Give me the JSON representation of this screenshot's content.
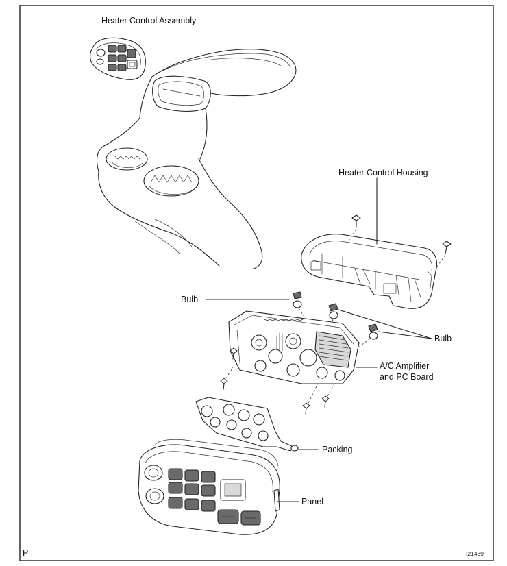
{
  "labels": {
    "heater_control_assembly": "Heater Control Assembly",
    "heater_control_housing": "Heater Control Housing",
    "bulb_left": "Bulb",
    "bulb_right": "Bulb",
    "ac_amplifier_line1": "A/C Amplifier",
    "ac_amplifier_line2": "and PC Board",
    "packing": "Packing",
    "panel": "Panel"
  },
  "corner": {
    "page_mark": "P",
    "figure_code": "I21439"
  }
}
